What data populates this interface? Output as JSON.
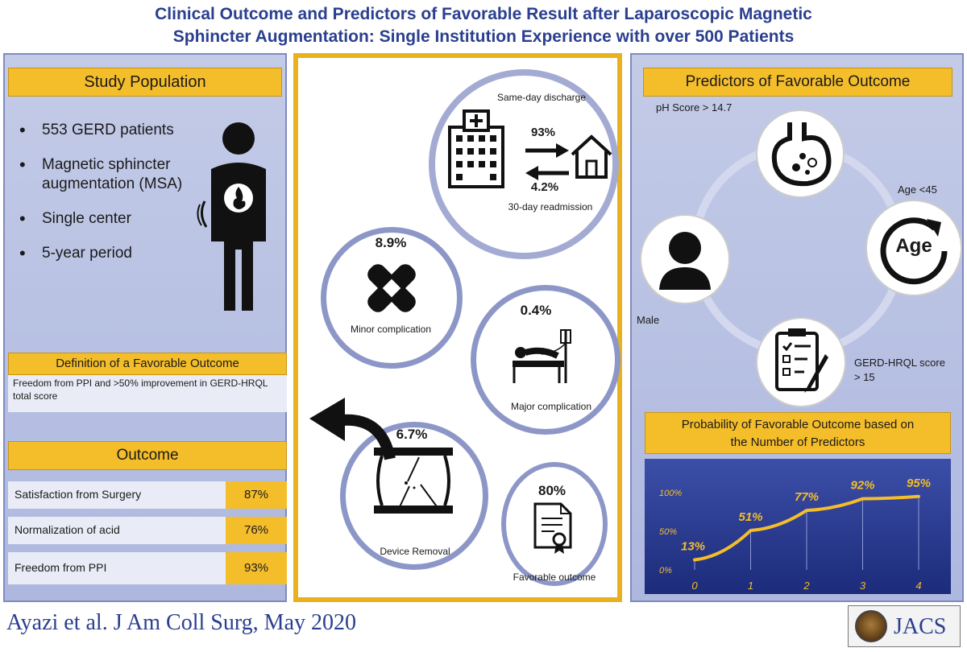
{
  "title": {
    "line1": "Clinical Outcome and Predictors of Favorable Result after Laparoscopic Magnetic",
    "line2": "Sphincter Augmentation: Single Institution Experience with over 500 Patients"
  },
  "study_population": {
    "heading": "Study Population",
    "items": [
      "553 GERD patients",
      "Magnetic sphincter augmentation (MSA)",
      "Single center",
      "5-year period"
    ]
  },
  "definition": {
    "heading": "Definition of a Favorable Outcome",
    "text": "Freedom from PPI and >50% improvement in GERD-HRQL total score"
  },
  "outcome": {
    "heading": "Outcome",
    "rows": [
      {
        "label": "Satisfaction from Surgery",
        "value": "87%"
      },
      {
        "label": "Normalization of acid",
        "value": "76%"
      },
      {
        "label": "Freedom from PPI",
        "value": "93%"
      }
    ]
  },
  "center": {
    "discharge_label": "Same-day discharge",
    "discharge_value": "93%",
    "readmission_value": "4.2%",
    "readmission_label": "30-day readmission",
    "minor_value": "8.9%",
    "minor_label": "Minor complication",
    "major_value": "0.4%",
    "major_label": "Major complication",
    "removal_value": "6.7%",
    "removal_label": "Device Removal",
    "favorable_value": "80%",
    "favorable_label": "Favorable outcome"
  },
  "predictors": {
    "heading": "Predictors of Favorable Outcome",
    "ph": "pH Score > 14.7",
    "age": "Age <45",
    "age_icon_text": "Age",
    "male": "Male",
    "hrql_line1": "GERD-HRQL score",
    "hrql_line2": "> 15"
  },
  "probability": {
    "heading_line1": "Probability of Favorable Outcome based on",
    "heading_line2": "the Number of Predictors"
  },
  "chart_data": {
    "type": "line",
    "x": [
      0,
      1,
      2,
      3,
      4
    ],
    "values": [
      13,
      51,
      77,
      92,
      95
    ],
    "data_labels": [
      "13%",
      "51%",
      "77%",
      "92%",
      "95%"
    ],
    "y_ticks": [
      "0%",
      "50%",
      "100%"
    ],
    "ylim": [
      0,
      100
    ]
  },
  "footer": {
    "citation": "Ayazi et al. J Am Coll Surg, May 2020",
    "logo_text": "JACS"
  },
  "colors": {
    "title_blue": "#2a3f8f",
    "accent_yellow": "#f4bd2a",
    "panel_blue": "#b8c1e3",
    "chart_line": "#f4bd2a"
  }
}
